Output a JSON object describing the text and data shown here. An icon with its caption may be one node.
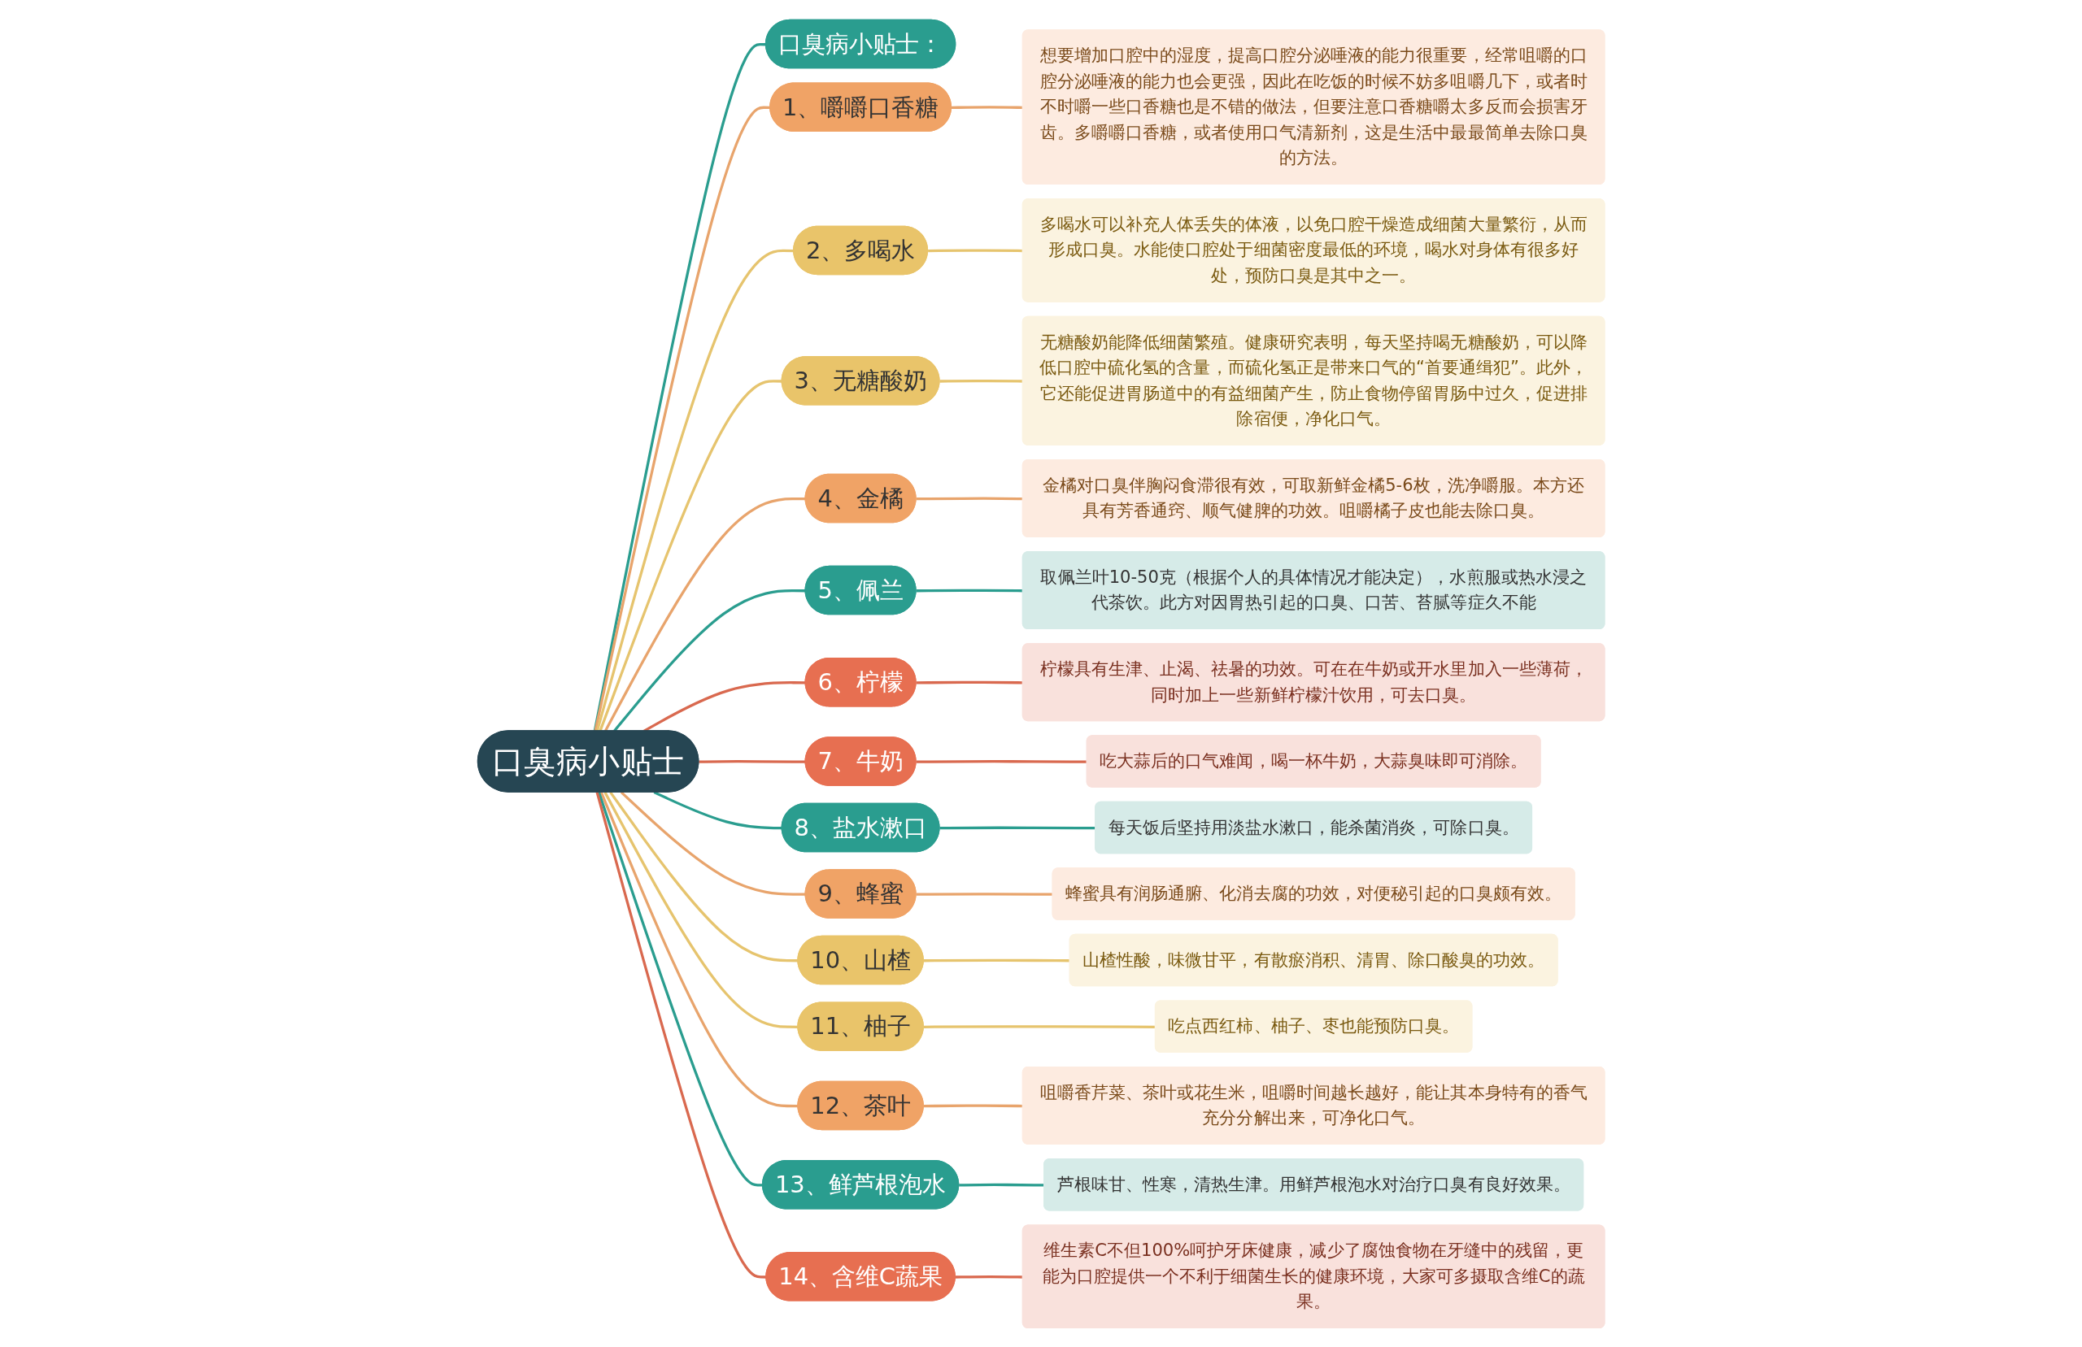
{
  "diagram": {
    "nodes": [
      {
        "text": [
          "口臭病小贴士"
        ]
      },
      {
        "text": [
          "口臭病小贴士："
        ]
      },
      {
        "text": [
          "1、嚼嚼口香糖"
        ]
      },
      {
        "text": [
          "想要增加口腔中的湿度，提高口腔分泌唾液的能力很重要，经常咀嚼的口腔分泌唾液的能力也会更强，因此在吃饭的时候不妨多咀嚼几下，或者时不时嚼一些口香糖也是不错的做法，但要注意口香糖嚼太多反而会损害牙齿。多嚼嚼口香糖，或者使用口气清新剂，这是生活中最最简单去除口臭的方法。"
        ]
      },
      {
        "text": [
          "2、多喝水"
        ]
      },
      {
        "text": [
          "多喝水可以补充人体丢失的体液，以免口腔干燥造成细菌大量繁衍，从而形成口臭。水能使口腔处于细菌密度最低的环境，喝水对身体有很多好处，预防口臭是其中之一。"
        ]
      },
      {
        "text": [
          "3、无糖酸奶"
        ]
      },
      {
        "text": [
          "无糖酸奶能降低细菌繁殖。健康研究表明，每天坚持喝无糖酸奶，可以降低口腔中硫化氢的含量，而硫化氢正是带来口气的“首要通缉犯”。此外，它还能促进胃肠道中的有益细菌产生，防止食物停留胃肠中过久，促进排除宿便，净化口气。"
        ]
      },
      {
        "text": [
          "4、金橘"
        ]
      },
      {
        "text": [
          "金橘对口臭伴胸闷食滞很有效，可取新鲜金橘5-6枚，洗净嚼服。本方还具有芳香通窍、顺气健脾的功效。咀嚼橘子皮也能去除口臭。"
        ]
      },
      {
        "text": [
          "5、佩兰"
        ]
      },
      {
        "text": [
          "取佩兰叶10-50克（根据个人的具体情况才能决定），水煎服或热水浸之代茶饮。此方对因胃热引起的口臭、口苦、苔腻等症久不能"
        ]
      },
      {
        "text": [
          "6、柠檬"
        ]
      },
      {
        "text": [
          "柠檬具有生津、止渴、祛暑的功效。可在在牛奶或开水里加入一些薄荷，同时加上一些新鲜柠檬汁饮用，可去口臭。"
        ]
      },
      {
        "text": [
          "7、牛奶"
        ]
      },
      {
        "text": [
          "吃大蒜后的口气难闻，喝一杯牛奶，大蒜臭味即可消除。"
        ]
      },
      {
        "text": [
          "8、盐水漱口"
        ]
      },
      {
        "text": [
          "每天饭后坚持用淡盐水漱口，能杀菌消炎，可除口臭。"
        ]
      },
      {
        "text": [
          "9、蜂蜜"
        ]
      },
      {
        "text": [
          "蜂蜜具有润肠通腑、化消去腐的功效，对便秘引起的口臭颇有效。"
        ]
      },
      {
        "text": [
          "10、山楂"
        ]
      },
      {
        "text": [
          "山楂性酸，味微甘平，有散瘀消积、清胃、除口酸臭的功效。"
        ]
      },
      {
        "text": [
          "11、柚子"
        ]
      },
      {
        "text": [
          "吃点西红柿、柚子、枣也能预防口臭。"
        ]
      },
      {
        "text": [
          "12、茶叶"
        ]
      },
      {
        "text": [
          "咀嚼香芹菜、茶叶或花生米，咀嚼时间越长越好，能让其本身特有的香气充分分解出来，可净化口气。"
        ]
      },
      {
        "text": [
          "13、鲜芦根泡水"
        ]
      },
      {
        "text": [
          "芦根味甘、性寒，清热生津。用鲜芦根泡水对治疗口臭有良好效果。"
        ]
      },
      {
        "text": [
          "14、含维C蔬果"
        ]
      },
      {
        "text": [
          "维生素C不但100%呵护牙床健康，减少了腐蚀食物在牙缝中的残留，更能为口腔提供一个不利于细菌生长的健康环境，大家可多摄取含维C的蔬果。"
        ]
      }
    ],
    "edges": [
      {
        "from": 0,
        "to": 1,
        "arrow": "none",
        "color": "#2a9d8f"
      },
      {
        "from": 0,
        "to": 2,
        "arrow": "none",
        "color": "#e8a46c"
      },
      {
        "from": 2,
        "to": 3,
        "arrow": "none",
        "color": "#e8a46c"
      },
      {
        "from": 0,
        "to": 4,
        "arrow": "none",
        "color": "#e6c46e"
      },
      {
        "from": 4,
        "to": 5,
        "arrow": "none",
        "color": "#e6c46e"
      },
      {
        "from": 0,
        "to": 6,
        "arrow": "none",
        "color": "#e6c46e"
      },
      {
        "from": 6,
        "to": 7,
        "arrow": "none",
        "color": "#e6c46e"
      },
      {
        "from": 0,
        "to": 8,
        "arrow": "none",
        "color": "#e8a46c"
      },
      {
        "from": 8,
        "to": 9,
        "arrow": "none",
        "color": "#e8a46c"
      },
      {
        "from": 0,
        "to": 10,
        "arrow": "none",
        "color": "#2a9d8f"
      },
      {
        "from": 10,
        "to": 11,
        "arrow": "none",
        "color": "#2a9d8f"
      },
      {
        "from": 0,
        "to": 12,
        "arrow": "none",
        "color": "#d9694f"
      },
      {
        "from": 12,
        "to": 13,
        "arrow": "none",
        "color": "#d9694f"
      },
      {
        "from": 0,
        "to": 14,
        "arrow": "none",
        "color": "#d9694f"
      },
      {
        "from": 14,
        "to": 15,
        "arrow": "none",
        "color": "#d9694f"
      },
      {
        "from": 0,
        "to": 16,
        "arrow": "none",
        "color": "#2a9d8f"
      },
      {
        "from": 16,
        "to": 17,
        "arrow": "none",
        "color": "#2a9d8f"
      },
      {
        "from": 0,
        "to": 18,
        "arrow": "none",
        "color": "#e8a46c"
      },
      {
        "from": 18,
        "to": 19,
        "arrow": "none",
        "color": "#e8a46c"
      },
      {
        "from": 0,
        "to": 20,
        "arrow": "none",
        "color": "#e6c46e"
      },
      {
        "from": 20,
        "to": 21,
        "arrow": "none",
        "color": "#e6c46e"
      },
      {
        "from": 0,
        "to": 22,
        "arrow": "none",
        "color": "#e6c46e"
      },
      {
        "from": 22,
        "to": 23,
        "arrow": "none",
        "color": "#e6c46e"
      },
      {
        "from": 0,
        "to": 24,
        "arrow": "none",
        "color": "#e8a46c"
      },
      {
        "from": 24,
        "to": 25,
        "arrow": "none",
        "color": "#e8a46c"
      },
      {
        "from": 0,
        "to": 26,
        "arrow": "none",
        "color": "#2a9d8f"
      },
      {
        "from": 26,
        "to": 27,
        "arrow": "none",
        "color": "#2a9d8f"
      },
      {
        "from": 0,
        "to": 28,
        "arrow": "none",
        "color": "#d9694f"
      },
      {
        "from": 28,
        "to": 29,
        "arrow": "none",
        "color": "#d9694f"
      }
    ]
  }
}
